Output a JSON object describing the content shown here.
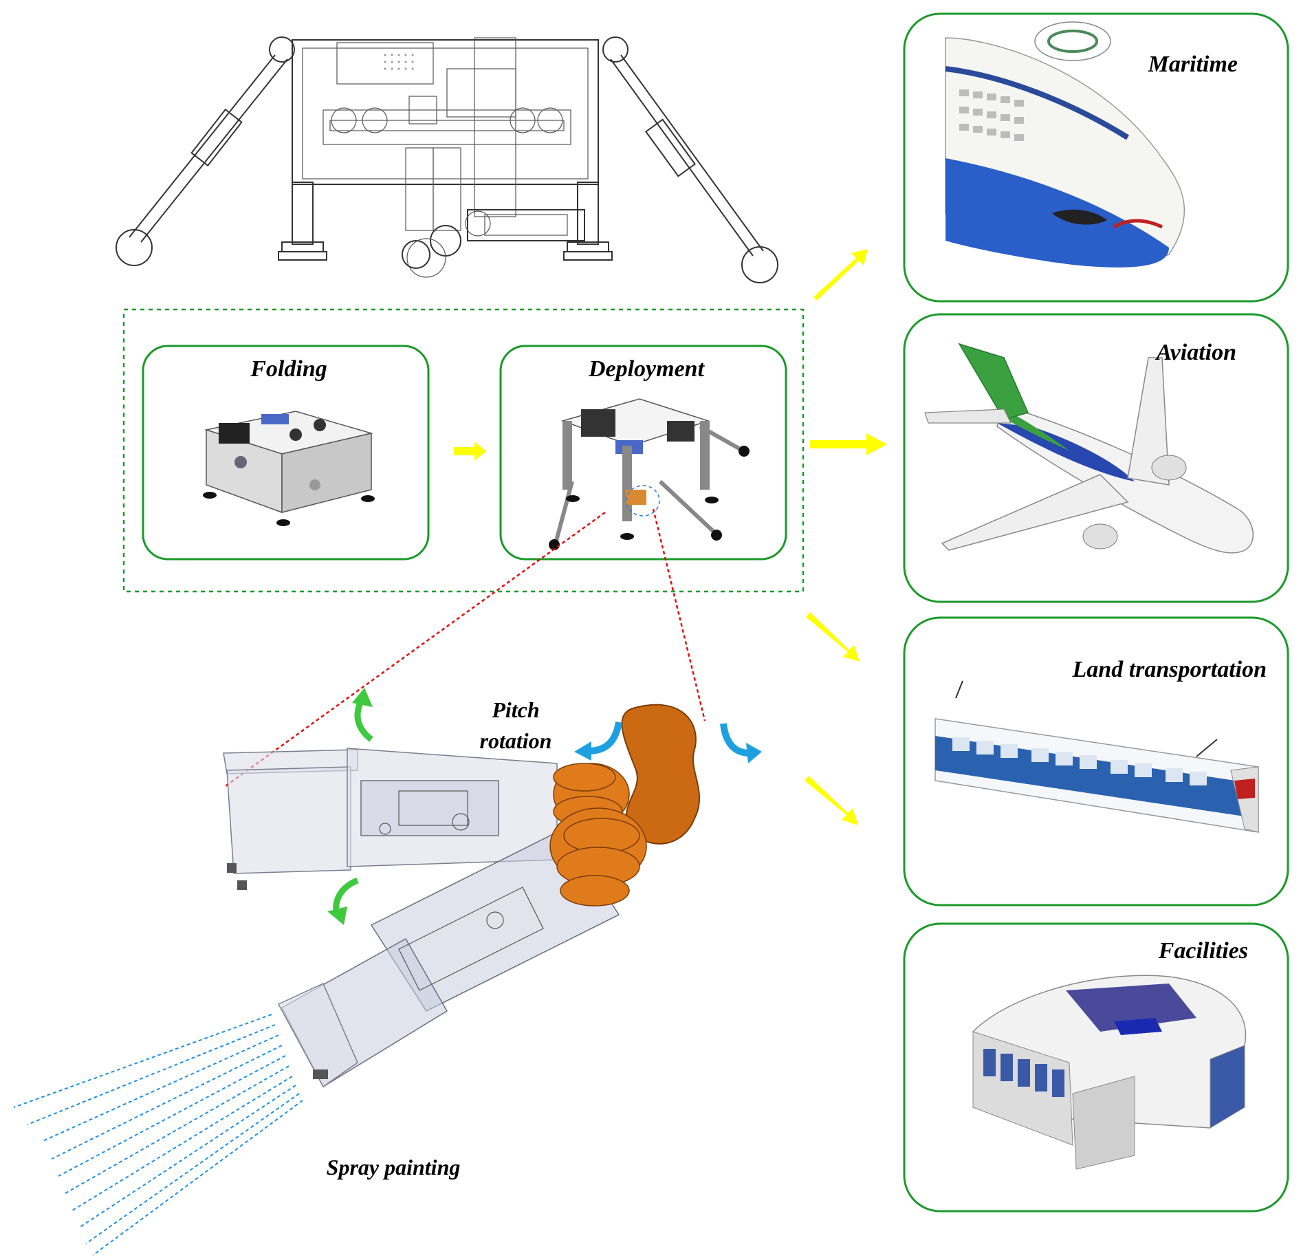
{
  "stages": {
    "folding_label": "Folding",
    "deployment_label": "Deployment"
  },
  "arm": {
    "pitch_line1": "Pitch",
    "pitch_line2": "rotation",
    "spray_label": "Spray painting"
  },
  "applications": [
    {
      "label": "Maritime"
    },
    {
      "label": "Aviation"
    },
    {
      "label": "Land transportation"
    },
    {
      "label": "Facilities"
    }
  ],
  "colors": {
    "panel_border": "#1a9a2a",
    "dashed_box": "#1a9a2a",
    "arrow_yellow": "#ffff00",
    "guide_red": "#e01010",
    "rotate_green": "#3ec93e",
    "rotate_blue": "#1ea0e0",
    "spray_blue": "#1e90e0",
    "joint_orange": "#cc6a14"
  }
}
